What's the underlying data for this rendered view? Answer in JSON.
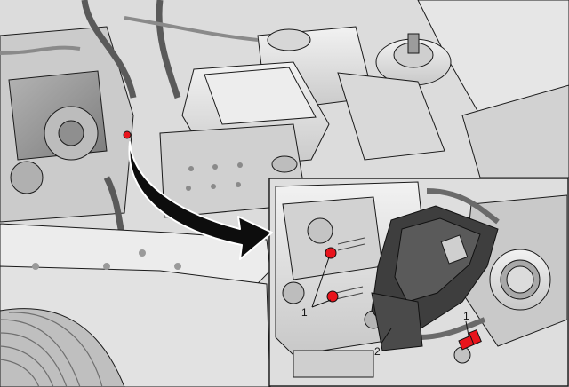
{
  "callouts": {
    "bolt_left": "1",
    "bolt_right": "1",
    "bracket": "2"
  },
  "colors": {
    "highlight_red": "#e8141c",
    "line": "#1a1a1a",
    "metal_light": "#e9e9e9",
    "metal_mid": "#cfcfcf",
    "metal_dark": "#9c9c9c",
    "arrow": "#0d0d0d"
  },
  "icons": {
    "pointer": "curved-arrow-icon",
    "fastener": "bolt-icon"
  }
}
